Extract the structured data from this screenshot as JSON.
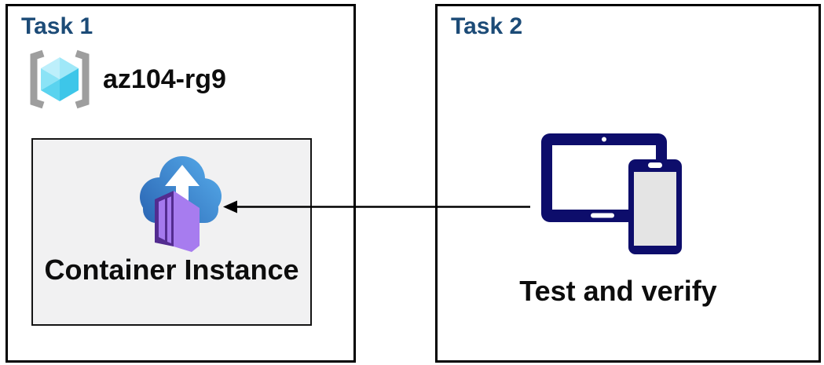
{
  "task1": {
    "title": "Task 1",
    "resource_group": {
      "name": "az104-rg9",
      "icon": "resource-group-icon"
    },
    "container_instance": {
      "label": "Container Instance",
      "icon": "container-instance-icon"
    }
  },
  "task2": {
    "title": "Task 2",
    "caption": "Test and verify",
    "icon": "devices-icon"
  },
  "arrow": {
    "from": "task2-devices",
    "to": "task1-container-instance",
    "direction": "left"
  },
  "colors": {
    "title_text": "#1C4B77",
    "body_text": "#0D0D0D",
    "box_border": "#000000",
    "container_node_bg": "#F1F1F2",
    "cloud_gradient_start": "#2B66B4",
    "cloud_gradient_end": "#55AAE9",
    "container_purple_dark": "#532C90",
    "container_purple_light": "#A77CEF",
    "container_door_panel": "#A479EE",
    "devices_navy": "#0D0D6B",
    "phone_screen_gray": "#E4E4E4",
    "cube_cyan_dark": "#3DC6E9",
    "bracket_gray": "#9E9E9E"
  }
}
